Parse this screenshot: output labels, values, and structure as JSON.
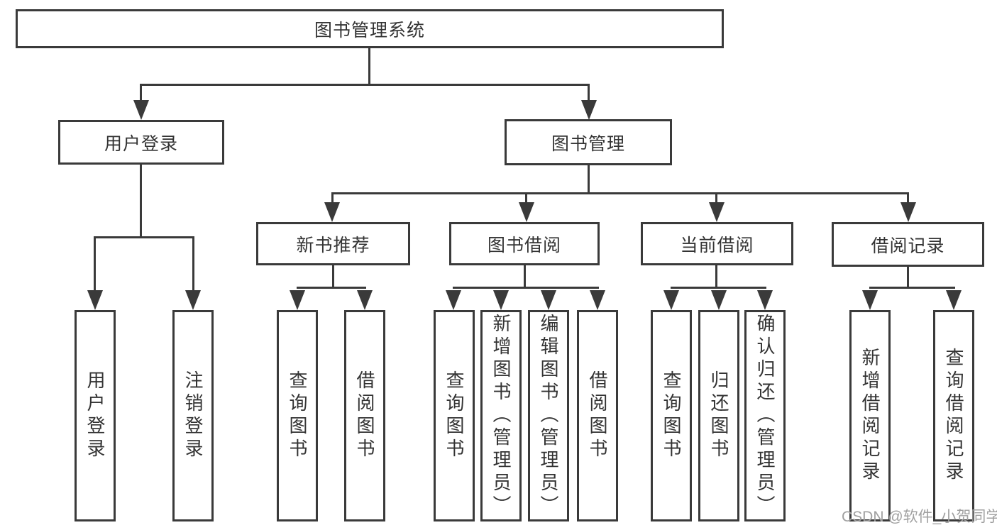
{
  "theme": {
    "line_color": "#3a3a3a",
    "text_color": "#333333",
    "watermark_color": "#a0a0a0",
    "background": "#ffffff"
  },
  "watermark": "CSDN @软件_小贺同学",
  "tree": {
    "label": "图书管理系统",
    "children": [
      {
        "label": "用户登录",
        "children": [
          {
            "label": "用户登录"
          },
          {
            "label": "注销登录"
          }
        ]
      },
      {
        "label": "图书管理",
        "children": [
          {
            "label": "新书推荐",
            "children": [
              {
                "label": "查询图书"
              },
              {
                "label": "借阅图书"
              }
            ]
          },
          {
            "label": "图书借阅",
            "children": [
              {
                "label": "查询图书"
              },
              {
                "label": "新增图书（管理员）"
              },
              {
                "label": "编辑图书（管理员）"
              },
              {
                "label": "借阅图书"
              }
            ]
          },
          {
            "label": "当前借阅",
            "children": [
              {
                "label": "查询图书"
              },
              {
                "label": "归还图书"
              },
              {
                "label": "确认归还（管理员）"
              }
            ]
          },
          {
            "label": "借阅记录",
            "children": [
              {
                "label": "新增借阅记录"
              },
              {
                "label": "查询借阅记录"
              }
            ]
          }
        ]
      }
    ]
  }
}
